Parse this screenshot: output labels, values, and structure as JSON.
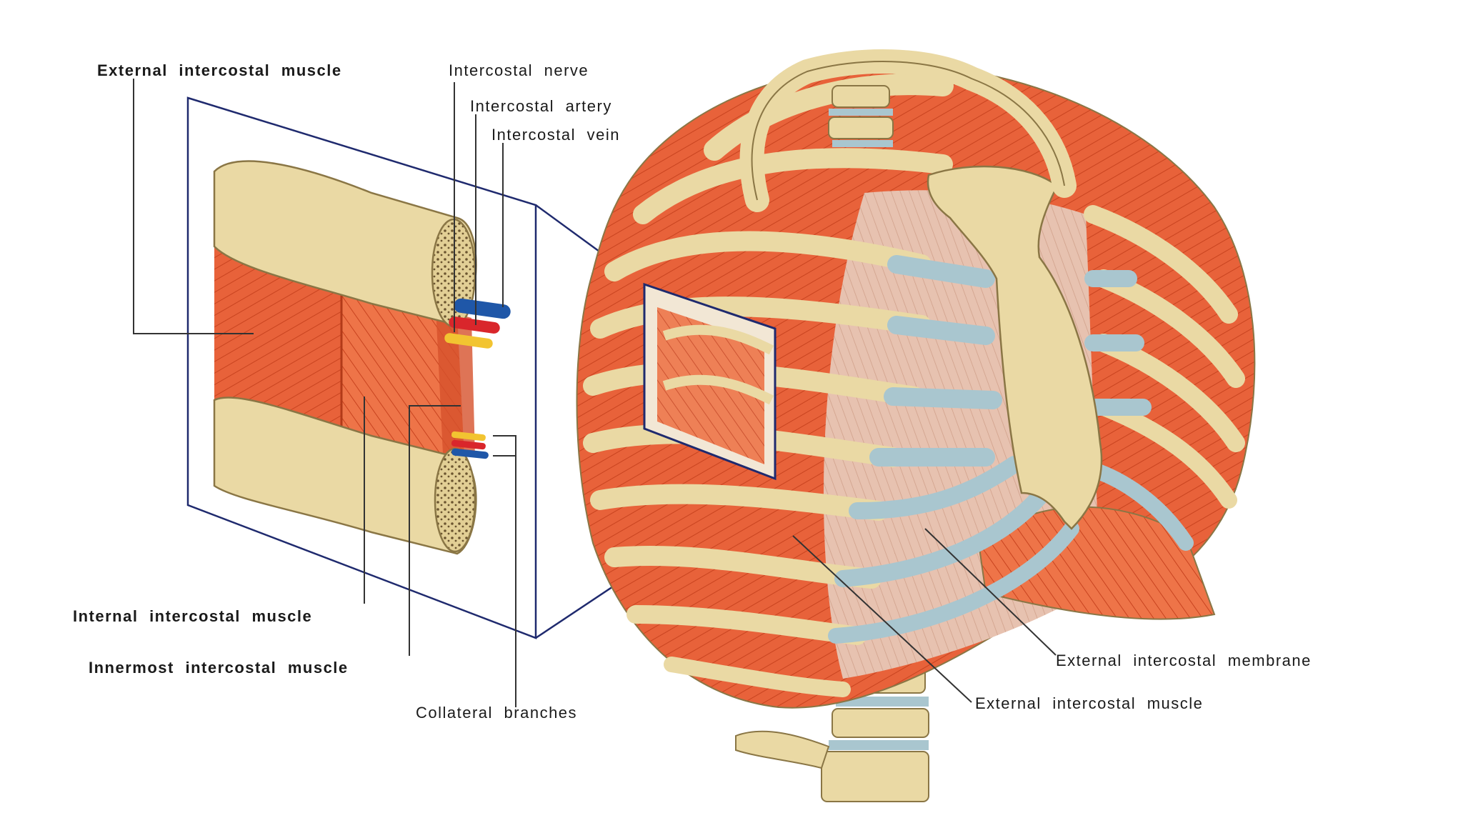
{
  "labels": {
    "external_intercostal_muscle_left": "External intercostal muscle",
    "intercostal_nerve": "Intercostal nerve",
    "intercostal_artery": "Intercostal artery",
    "intercostal_vein": "Intercostal vein",
    "internal_intercostal_muscle": "Internal intercostal muscle",
    "innermost_intercostal_muscle": "Innermost intercostal muscle",
    "collateral_branches": "Collateral branches",
    "external_intercostal_membrane": "External intercostal membrane",
    "external_intercostal_muscle_right": "External intercostal muscle"
  },
  "colors": {
    "bone": "#ead9a4",
    "bone_shadow": "#c9b57a",
    "muscle": "#e8623a",
    "muscle_light": "#f08a62",
    "membrane": "#e7c2b0",
    "cartilage": "#a9c6cf",
    "nerve": "#f2c431",
    "artery": "#d9262b",
    "vein": "#1f57a8",
    "leader_line": "#333333",
    "frame_line": "#1f2a6e"
  }
}
